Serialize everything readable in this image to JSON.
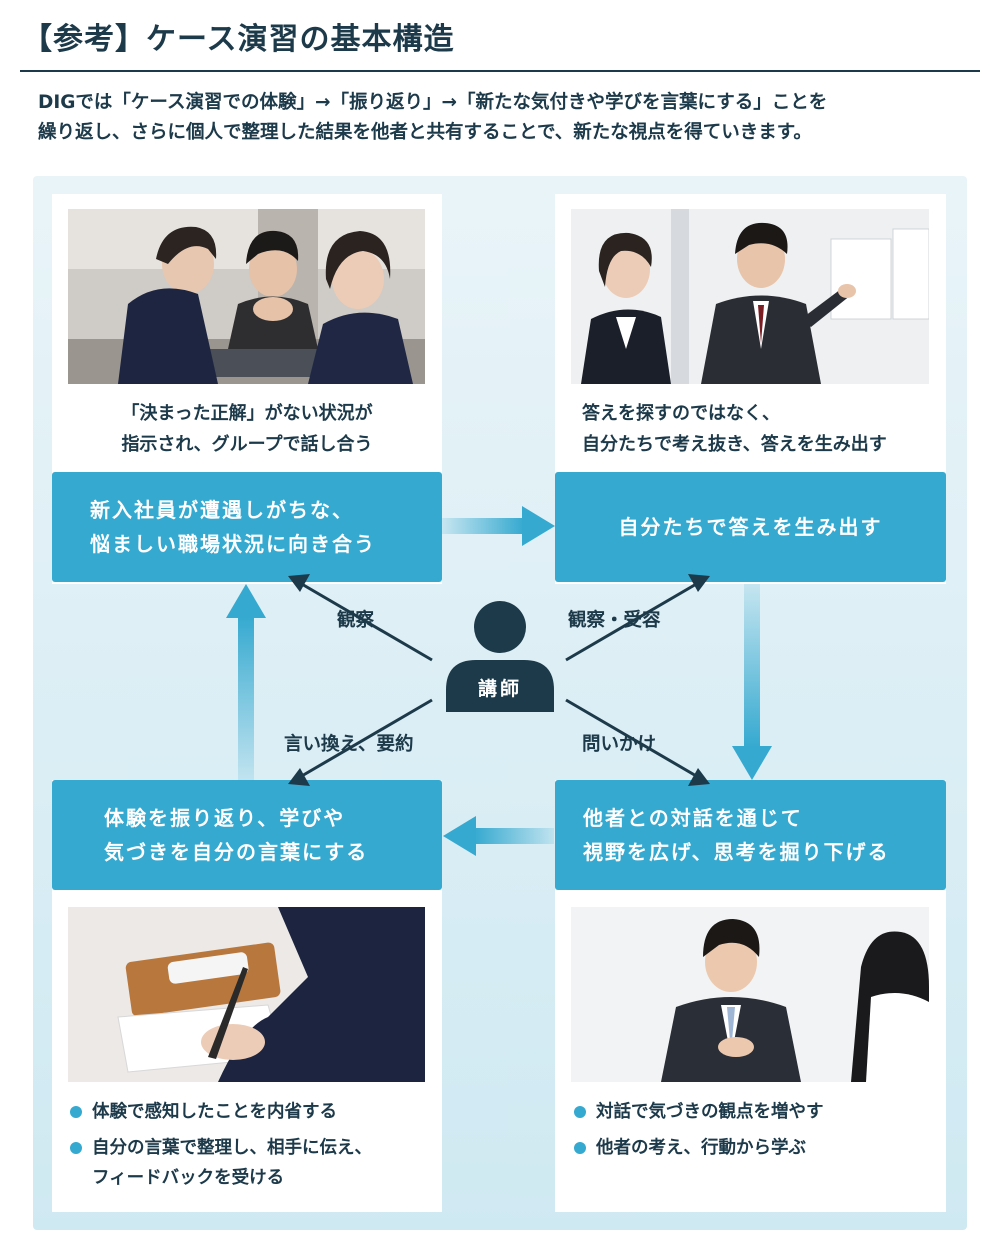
{
  "header": {
    "title": "【参考】ケース演習の基本構造",
    "intro_line1": "DIGでは「ケース演習での体験」→「振り返り」→「新たな気付きや学びを言葉にする」ことを",
    "intro_line2": "繰り返し、さらに個人で整理した結果を他者と共有することで、新たな視点を得ていきます。"
  },
  "cards": {
    "top_left": {
      "caption_line1": "「決まった正解」がない状況が",
      "caption_line2": "指示され、グループで話し合う",
      "box_line1": "新入社員が遭遇しがちな、",
      "box_line2": "悩ましい職場状況に向き合う"
    },
    "top_right": {
      "caption_line1": "答えを探すのではなく、",
      "caption_line2": "自分たちで考え抜き、答えを生み出す",
      "box_line1": "自分たちで答えを生み出す"
    },
    "bottom_left": {
      "box_line1": "体験を振り返り、学びや",
      "box_line2": "気づきを自分の言葉にする",
      "bullets": [
        "体験で感知したことを内省する",
        "自分の言葉で整理し、相手に伝え、",
        "フィードバックを受ける"
      ]
    },
    "bottom_right": {
      "box_line1": "他者との対話を通じて",
      "box_line2": "視野を広げ、思考を掘り下げる",
      "bullets": [
        "対話で気づきの観点を増やす",
        "他者の考え、行動から学ぶ"
      ]
    }
  },
  "center": {
    "instructor": "講師",
    "label_top_left": "観察",
    "label_top_right": "観察・受容",
    "label_bottom_left": "言い換え、要約",
    "label_bottom_right": "問いかけ"
  },
  "colors": {
    "accent": "#35a9d0",
    "navy": "#1d3a4a",
    "arrow_light": "#8fd0e6"
  }
}
